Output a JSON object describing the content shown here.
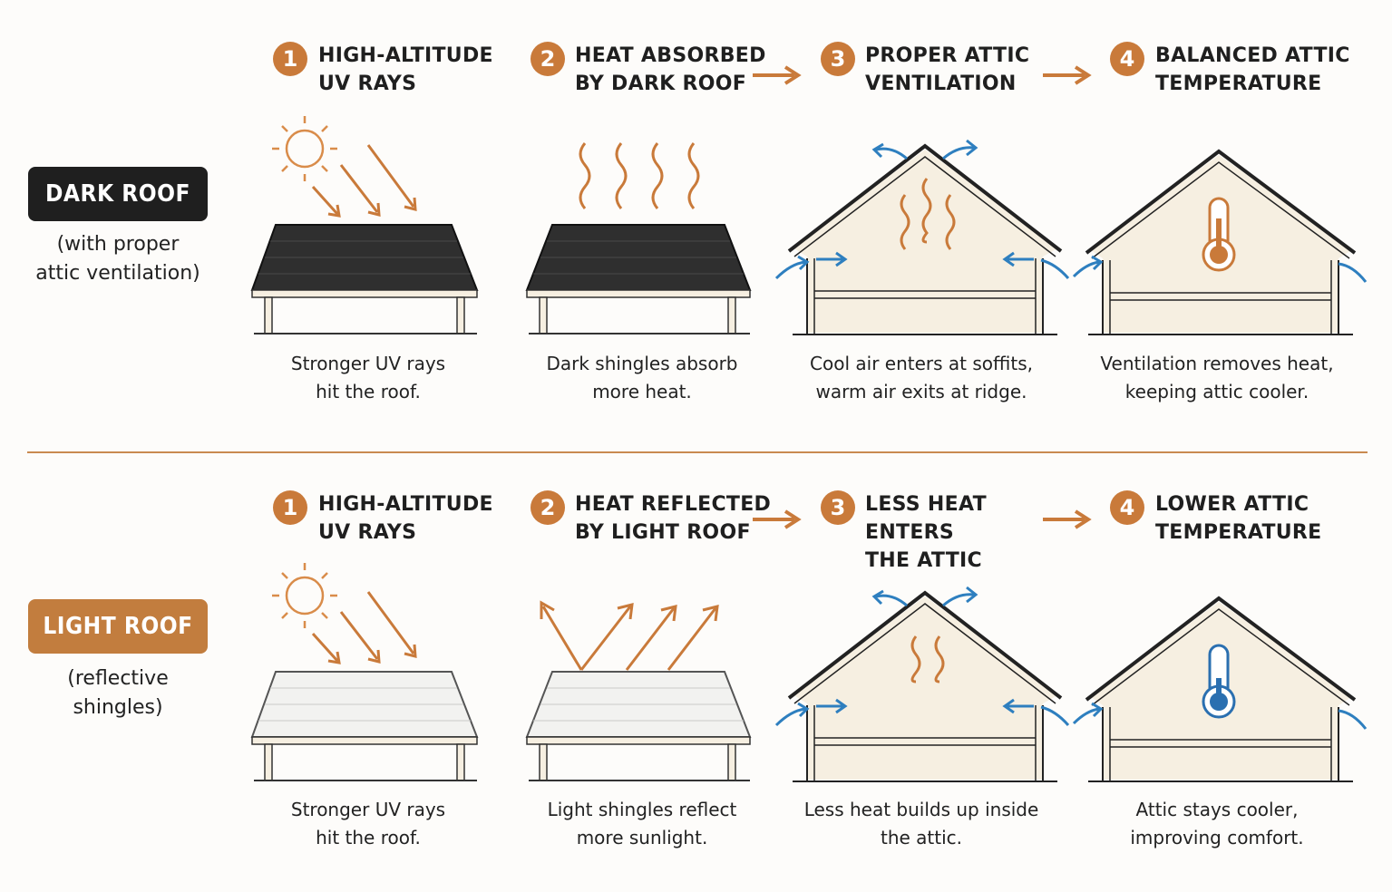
{
  "colors": {
    "accent": "#c97a3a",
    "dark_badge": "#1f1f1f",
    "light_badge": "#c27d3e",
    "air_arrow": "#2e7fbf",
    "cool_thermo": "#2a6fb0"
  },
  "sections": {
    "dark": {
      "badge": "DARK ROOF",
      "note_line1": "(with proper",
      "note_line2": "attic ventilation)",
      "steps": [
        {
          "num": "1",
          "title_line1": "HIGH-ALTITUDE",
          "title_line2": "UV RAYS",
          "caption_line1": "Stronger UV rays",
          "caption_line2": "hit the roof.",
          "icon": "sun-icon"
        },
        {
          "num": "2",
          "title_line1": "HEAT ABSORBED",
          "title_line2": "BY DARK ROOF",
          "caption_line1": "Dark shingles absorb",
          "caption_line2": "more heat.",
          "icon": "heat-waves-icon"
        },
        {
          "num": "3",
          "title_line1": "PROPER ATTIC",
          "title_line2": "VENTILATION",
          "caption_line1": "Cool air enters at soffits,",
          "caption_line2": "warm air exits at ridge.",
          "icon": "attic-airflow-icon"
        },
        {
          "num": "4",
          "title_line1": "BALANCED ATTIC",
          "title_line2": "TEMPERATURE",
          "caption_line1": "Ventilation removes heat,",
          "caption_line2": "keeping attic cooler.",
          "icon": "warm-thermometer-icon"
        }
      ]
    },
    "light": {
      "badge": "LIGHT ROOF",
      "note_line1": "(reflective",
      "note_line2": "shingles)",
      "steps": [
        {
          "num": "1",
          "title_line1": "HIGH-ALTITUDE",
          "title_line2": "UV RAYS",
          "caption_line1": "Stronger UV rays",
          "caption_line2": "hit the roof.",
          "icon": "sun-icon"
        },
        {
          "num": "2",
          "title_line1": "HEAT REFLECTED",
          "title_line2": "BY LIGHT ROOF",
          "caption_line1": "Light shingles reflect",
          "caption_line2": "more sunlight.",
          "icon": "reflected-rays-icon"
        },
        {
          "num": "3",
          "title_line1": "LESS HEAT ENTERS",
          "title_line2": "THE ATTIC",
          "caption_line1": "Less heat builds up inside",
          "caption_line2": "the attic.",
          "icon": "attic-airflow-icon"
        },
        {
          "num": "4",
          "title_line1": "LOWER ATTIC",
          "title_line2": "TEMPERATURE",
          "caption_line1": "Attic stays cooler,",
          "caption_line2": "improving comfort.",
          "icon": "cool-thermometer-icon"
        }
      ]
    }
  }
}
